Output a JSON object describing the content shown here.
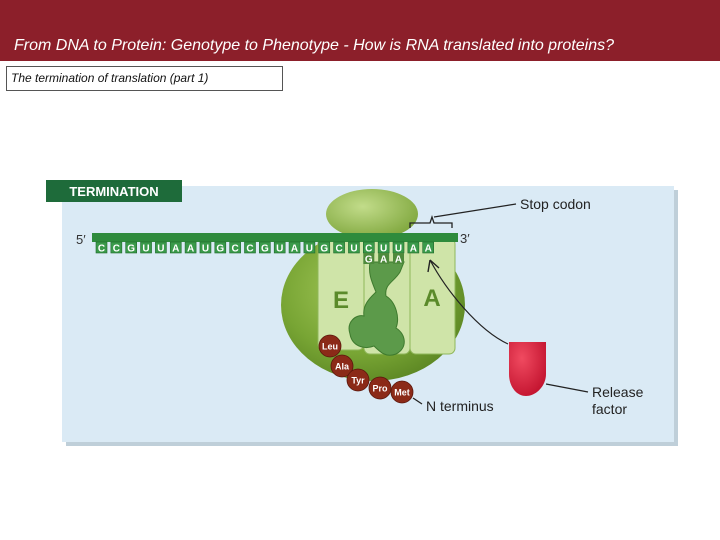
{
  "header": {
    "title": "From DNA to Protein: Genotype to Phenotype - How is RNA translated into proteins?"
  },
  "subtitle": "The termination of translation (part 1)",
  "figure": {
    "stage_label": "TERMINATION",
    "five_prime": "5′",
    "three_prime": "3′",
    "mrna_bases": [
      "C",
      "C",
      "G",
      "U",
      "U",
      "A",
      "A",
      "U",
      "G",
      "C",
      "C",
      "G",
      "U",
      "A",
      "U",
      "G",
      "C",
      "U",
      "C",
      "U",
      "U",
      "A",
      "A"
    ],
    "anticodon": [
      "G",
      "A",
      "A"
    ],
    "site_e": "E",
    "site_a": "A",
    "amino_acids": [
      "Leu",
      "Ala",
      "Tyr",
      "Pro",
      "Met"
    ],
    "stop_codon_label": "Stop codon",
    "release_factor_label_1": "Release",
    "release_factor_label_2": "factor",
    "n_terminus_label": "N terminus"
  },
  "colors": {
    "header_bg": "#8c1f2a",
    "panel_bg": "#daeaf5",
    "ribosome": "#6b9a2c",
    "mrna": "#2e8b3c",
    "stage_label_bg": "#1e6b3a",
    "release_factor": "#d81e3a",
    "amino_acid": "#8b2a18"
  }
}
